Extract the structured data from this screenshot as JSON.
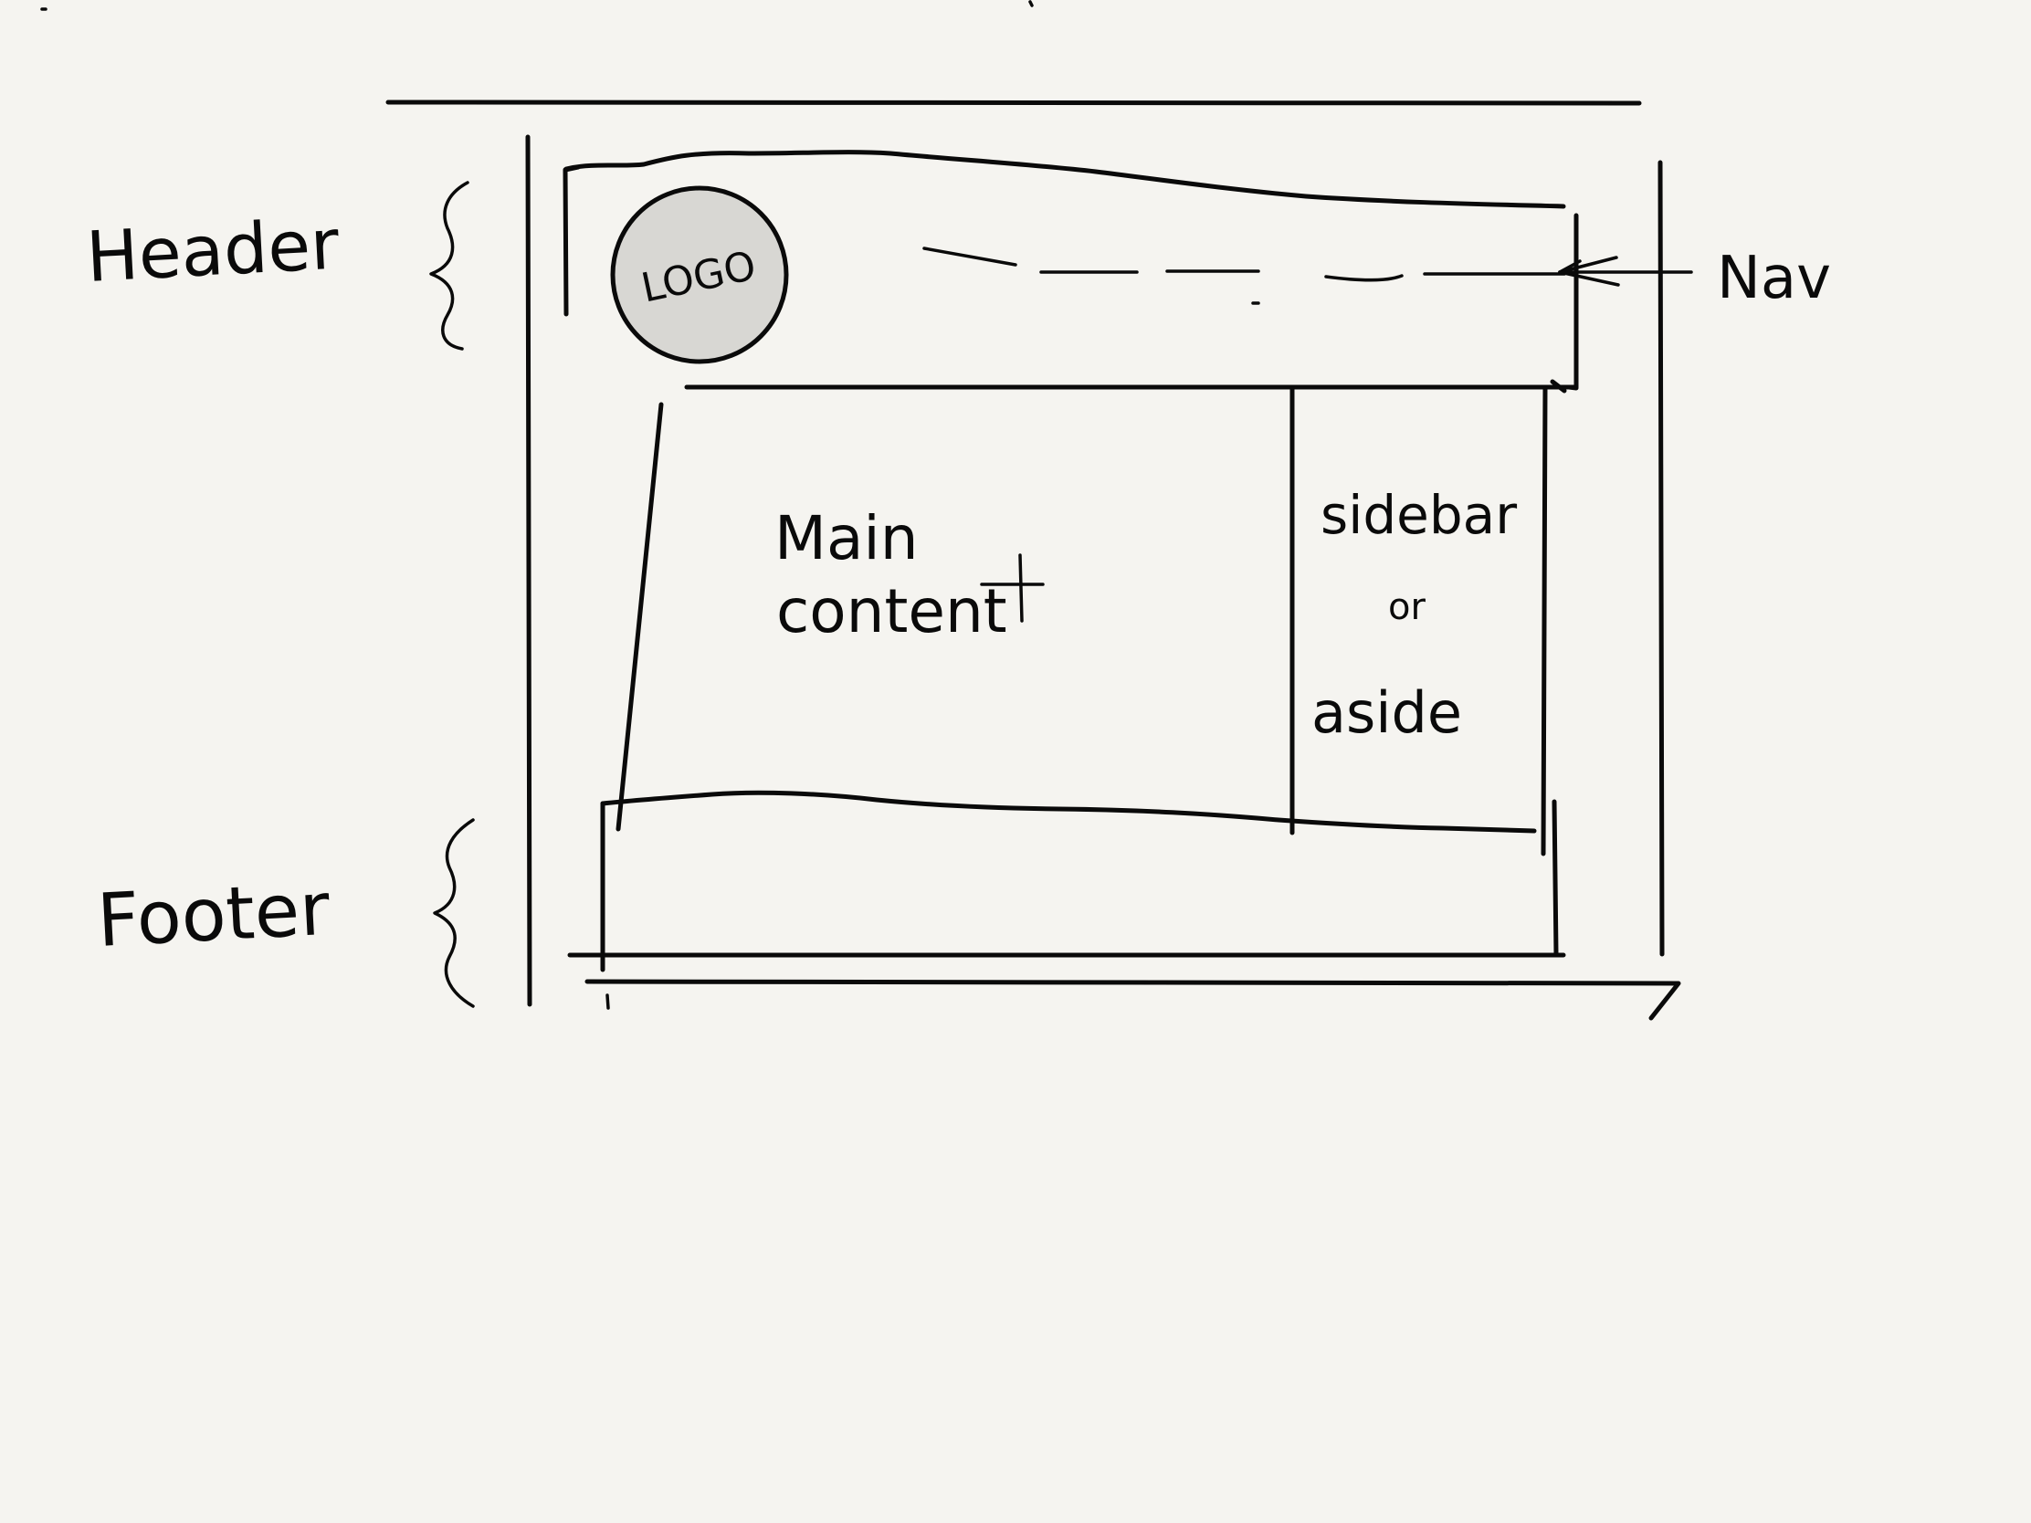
{
  "annotations": {
    "header": "Header",
    "footer": "Footer",
    "nav": "Nav"
  },
  "wireframe": {
    "logo": "LOGO",
    "main_line1": "Main",
    "main_line2": "content",
    "sidebar_line1": "sidebar",
    "sidebar_line2": "or",
    "sidebar_line3": "aside"
  },
  "colors": {
    "paper": "#f5f4f0",
    "ink": "#0a0a0a",
    "logo_fill": "#d8d7d3"
  }
}
